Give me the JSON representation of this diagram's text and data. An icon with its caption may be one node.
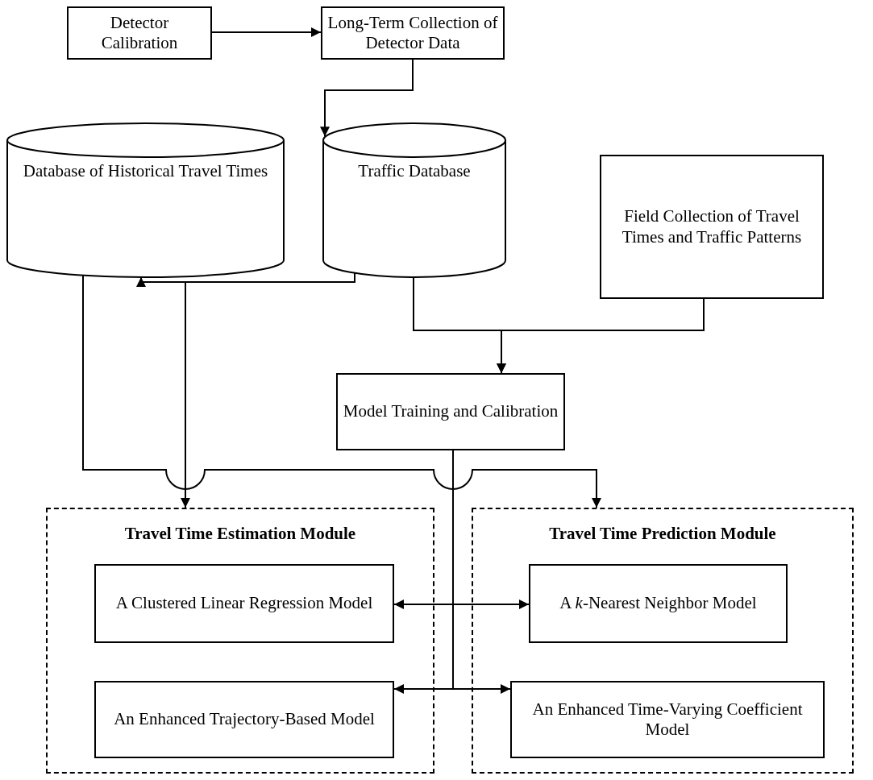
{
  "diagram": {
    "nodes": [
      {
        "text": [
          "Detector Calibration"
        ]
      },
      {
        "text": [
          "Long-Term Collection of Detector Data"
        ]
      },
      {
        "text": [
          "Database of Historical Travel Times"
        ]
      },
      {
        "text": [
          "Traffic Database"
        ]
      },
      {
        "text": [
          "Field Collection of Travel Times and Traffic Patterns"
        ]
      },
      {
        "text": [
          "Model Training and Calibration"
        ]
      },
      {
        "text": [
          "Travel Time Estimation Module"
        ]
      },
      {
        "text": [
          "A Clustered Linear Regression Model"
        ],
        "in": 6
      },
      {
        "text": [
          "An Enhanced Trajectory-Based Model"
        ],
        "in": 6
      },
      {
        "text": [
          "Travel Time Prediction Module"
        ]
      },
      {
        "text": [
          "A *k*-Nearest Neighbor Model"
        ],
        "in": 9
      },
      {
        "text": [
          "An Enhanced Time-Varying Coefficient Model"
        ],
        "in": 9
      }
    ],
    "edges": [
      {
        "from": 0,
        "to": 1,
        "arrow": "to"
      },
      {
        "from": 1,
        "to": 3,
        "arrow": "to"
      },
      {
        "from": 3,
        "to": 2,
        "arrow": "to"
      },
      {
        "from": 3,
        "to": 6,
        "arrow": "to"
      },
      {
        "from": 2,
        "to": 9,
        "arrow": "to"
      },
      {
        "from": 3,
        "to": 5,
        "arrow": "to"
      },
      {
        "from": 4,
        "to": 5,
        "arrow": "to"
      },
      {
        "from": 5,
        "to": 7,
        "arrow": "to"
      },
      {
        "from": 5,
        "to": 10,
        "arrow": "to"
      },
      {
        "from": 5,
        "to": 8,
        "arrow": "to"
      },
      {
        "from": 5,
        "to": 11,
        "arrow": "to"
      }
    ]
  }
}
